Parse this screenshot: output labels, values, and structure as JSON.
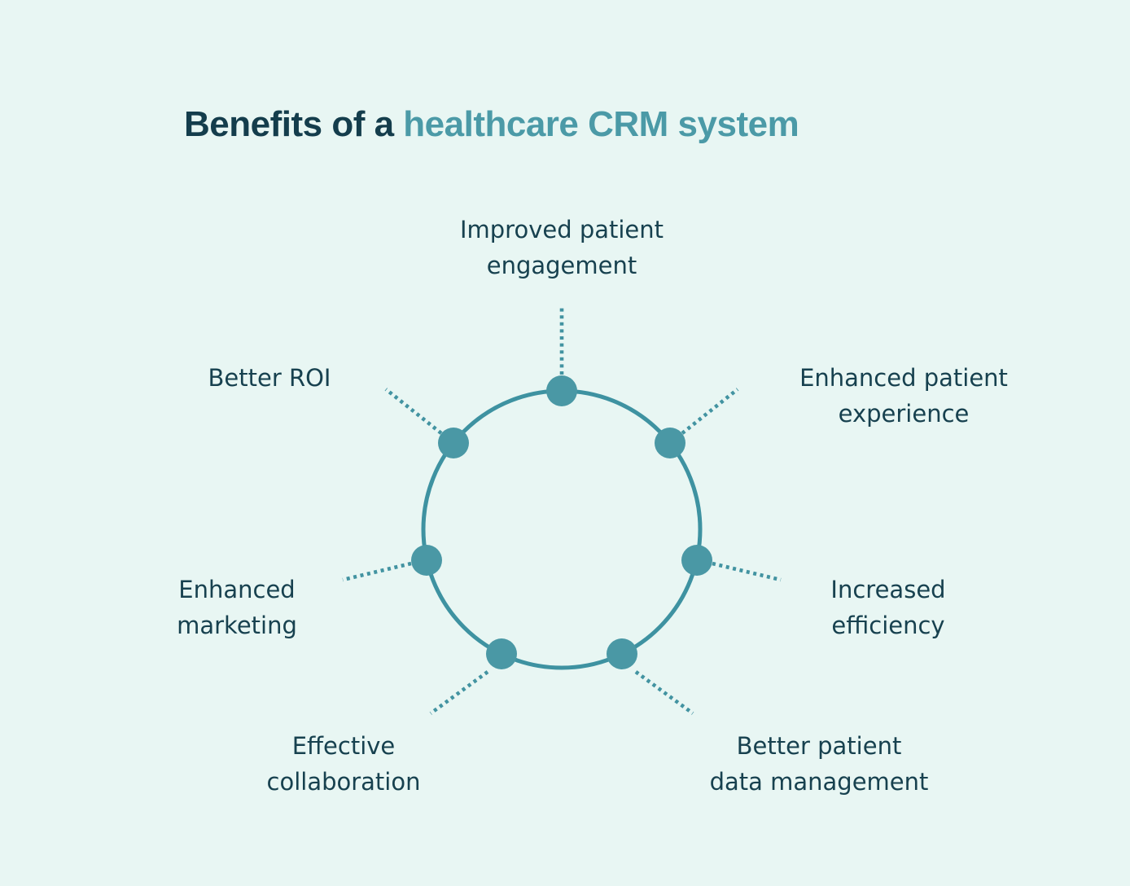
{
  "title": {
    "prefix": "Benefits of a",
    "highlight": "healthcare CRM system"
  },
  "colors": {
    "background": "#e8f6f3",
    "ring_stroke": "#3e92a1",
    "node_fill": "#4a98a5",
    "spoke_dotted": "#4293a1",
    "title_dark": "#143d4c",
    "title_teal": "#4b9aa7",
    "label_text": "#17414f"
  },
  "diagram": {
    "shape": "circle-with-7-nodes",
    "node_count": 7
  },
  "benefits": [
    {
      "label": "Improved patient\nengagement"
    },
    {
      "label": "Enhanced patient\nexperience"
    },
    {
      "label": "Increased\nefficiency"
    },
    {
      "label": "Better patient\ndata management"
    },
    {
      "label": "Effective\ncollaboration"
    },
    {
      "label": "Enhanced\nmarketing"
    },
    {
      "label": "Better ROI"
    }
  ]
}
